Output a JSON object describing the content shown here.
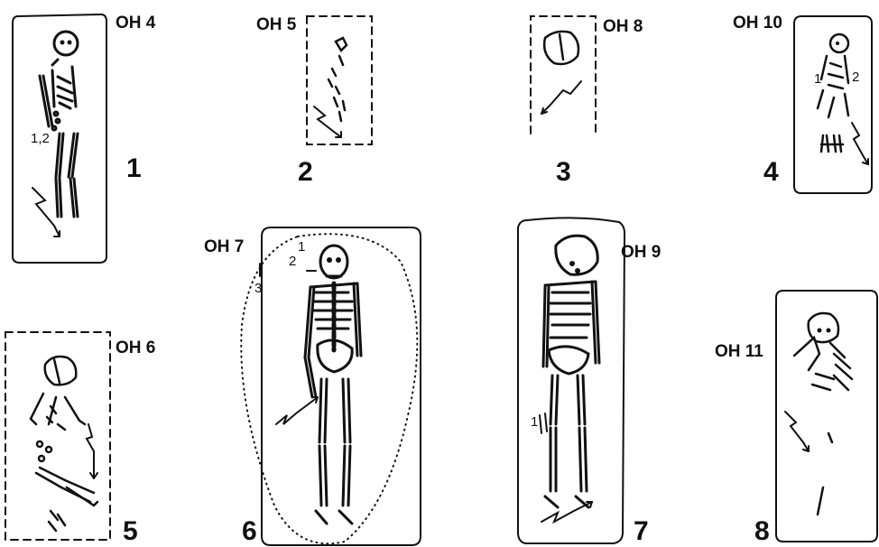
{
  "figures": [
    {
      "code": "OH 4",
      "number": "1"
    },
    {
      "code": "OH 5",
      "number": "2"
    },
    {
      "code": "OH 8",
      "number": "3"
    },
    {
      "code": "OH 10",
      "number": "4"
    },
    {
      "code": "OH 6",
      "number": "5"
    },
    {
      "code": "OH 7",
      "number": "6"
    },
    {
      "code": "OH 9",
      "number": "7"
    },
    {
      "code": "OH 11",
      "number": "8"
    }
  ],
  "annotations": {
    "oh4_items": "1,2",
    "oh10_left": "1",
    "oh10_right": "2",
    "oh7_one": "1",
    "oh7_two": "2",
    "oh7_three": "3",
    "oh9_one": "1"
  }
}
